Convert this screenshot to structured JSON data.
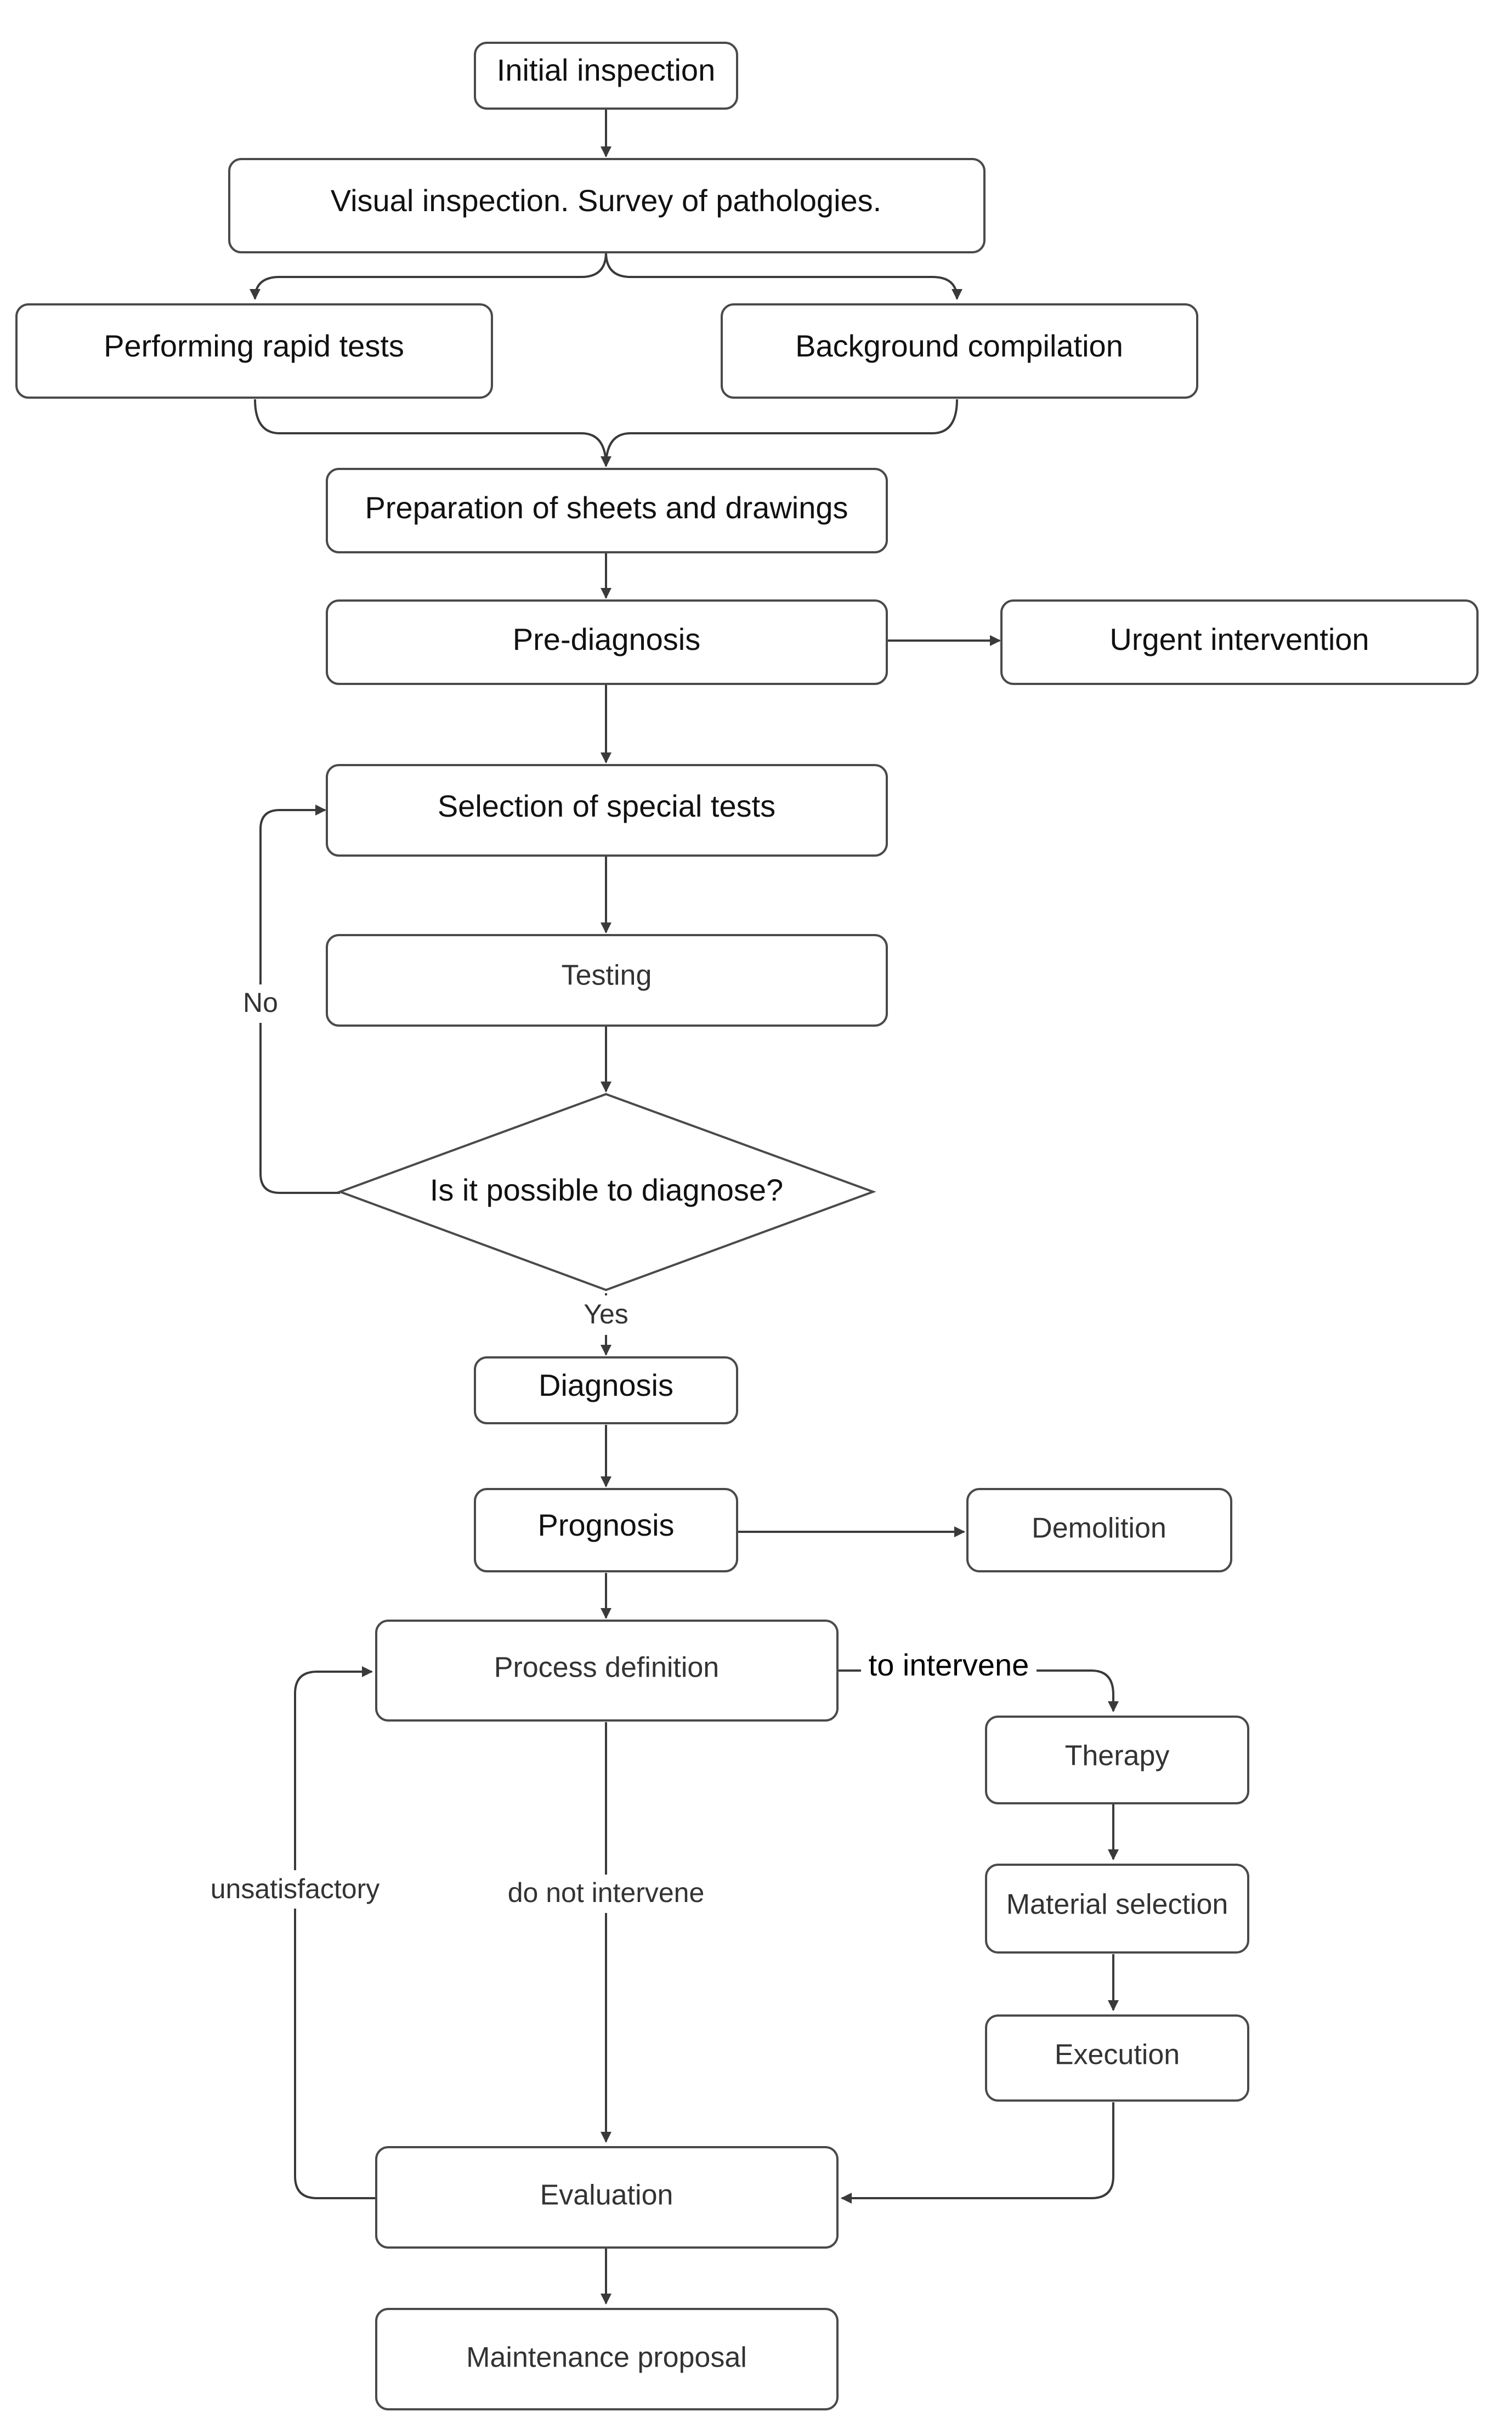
{
  "nodes": {
    "initial_inspection": "Initial inspection",
    "visual_inspection": "Visual inspection. Survey of pathologies.",
    "rapid_tests": "Performing rapid tests",
    "background": "Background compilation",
    "preparation": "Preparation of sheets and drawings",
    "pre_diagnosis": "Pre-diagnosis",
    "urgent": "Urgent intervention",
    "selection_tests": "Selection of special tests",
    "testing": "Testing",
    "decision": "Is it possible to diagnose?",
    "diagnosis": "Diagnosis",
    "prognosis": "Prognosis",
    "demolition": "Demolition",
    "process_definition": "Process definition",
    "therapy": "Therapy",
    "material_selection": "Material selection",
    "execution": "Execution",
    "evaluation": "Evaluation",
    "maintenance": "Maintenance proposal"
  },
  "edge_labels": {
    "no": "No",
    "yes": "Yes",
    "to_intervene": "to intervene",
    "unsatisfactory": "unsatisfactory",
    "do_not_intervene": "do not intervene"
  }
}
